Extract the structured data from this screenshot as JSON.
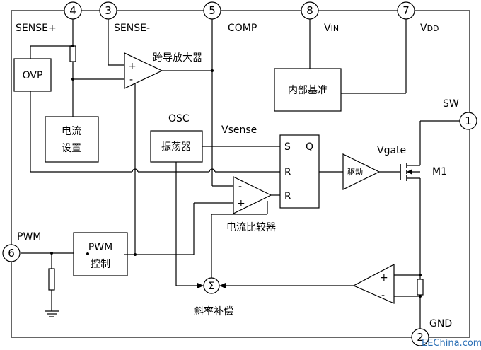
{
  "pins": [
    {
      "number": "4",
      "name": "SENSE+"
    },
    {
      "number": "3",
      "name": "SENSE-"
    },
    {
      "number": "5",
      "name": "COMP"
    },
    {
      "number": "8",
      "name": "VIN"
    },
    {
      "number": "7",
      "name": "VDD"
    },
    {
      "number": "1",
      "name": "SW"
    },
    {
      "number": "6",
      "name": "PWM"
    },
    {
      "number": "2",
      "name": "GND"
    }
  ],
  "vin": {
    "main": "V",
    "sub": "IN"
  },
  "vdd": {
    "main": "V",
    "sub": "DD"
  },
  "blocks": {
    "ovp": "OVP",
    "transconductance_amp": "跨导放大器",
    "internal_reference": "内部基准",
    "current_setting_line1": "电流",
    "current_setting_line2": "设置",
    "osc_label": "OSC",
    "oscillator": "振荡器",
    "vsense": "Vsense",
    "sr_s": "S",
    "sr_q": "Q",
    "sr_r1": "R",
    "sr_r2": "R",
    "driver": "驱动",
    "vgate": "Vgate",
    "mosfet": "M1",
    "current_comparator": "电流比较器",
    "pwm_control_line1": "PWM",
    "pwm_control_line2": "控制",
    "sigma": "Σ",
    "slope_compensation": "斜率补偿",
    "plus": "+",
    "minus": "-"
  },
  "watermark": "EEChina.com"
}
